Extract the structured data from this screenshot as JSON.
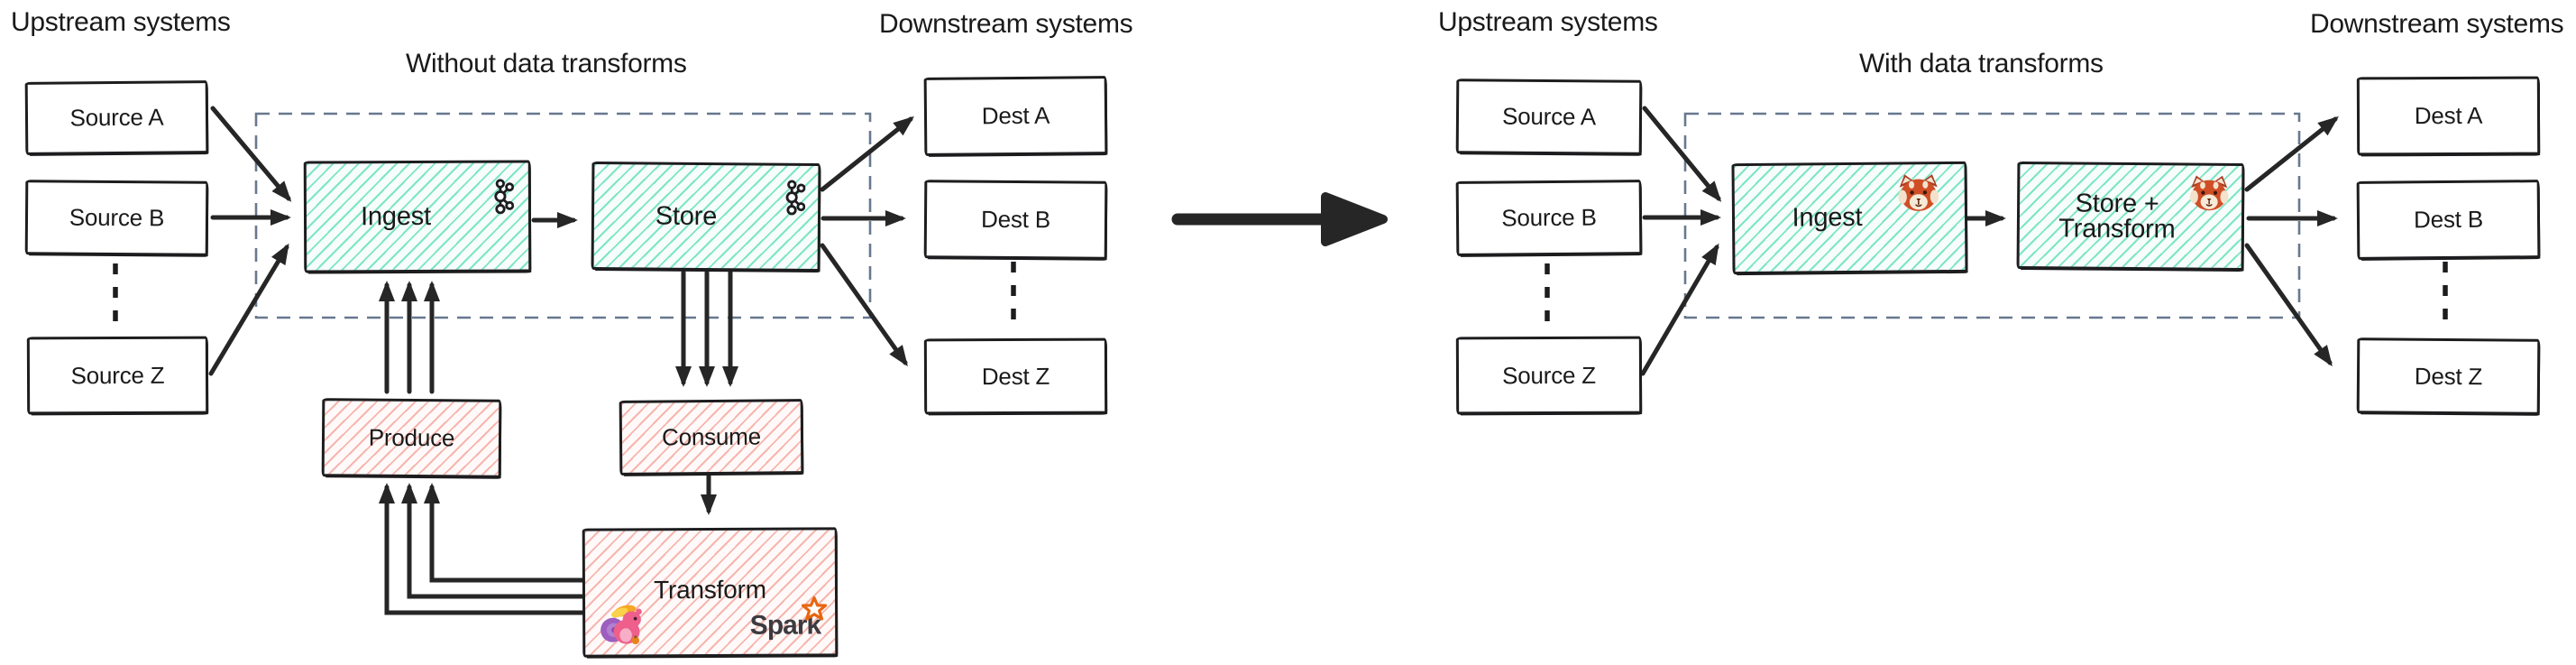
{
  "colors": {
    "ink": "#1d1d1f",
    "arrow": "#262626",
    "text": "#1a1a1a",
    "teal_hatch": "#7ee5c6",
    "teal_bg": "#f6fdfa",
    "pink_hatch": "#f6b6af",
    "pink_bg": "#fffaf9",
    "dashed_box": "#68788f",
    "spark_orange": "#e8650f",
    "spark_gray": "#3d3b40"
  },
  "left": {
    "upstream_label": "Upstream systems",
    "title": "Without data transforms",
    "downstream_label": "Downstream systems",
    "sources": [
      "Source A",
      "Source B",
      "Source Z"
    ],
    "dests": [
      "Dest A",
      "Dest B",
      "Dest Z"
    ],
    "nodes": {
      "ingest": "Ingest",
      "store": "Store",
      "produce": "Produce",
      "consume": "Consume",
      "transform": "Transform"
    },
    "icons": {
      "ingest": "kafka-icon",
      "store": "kafka-icon",
      "transform": [
        "flink-squirrel-icon",
        "spark-logo"
      ]
    },
    "spark_wordmark": "Spark"
  },
  "right": {
    "upstream_label": "Upstream systems",
    "title": "With data transforms",
    "downstream_label": "Downstream systems",
    "sources": [
      "Source A",
      "Source B",
      "Source Z"
    ],
    "dests": [
      "Dest A",
      "Dest B",
      "Dest Z"
    ],
    "nodes": {
      "ingest": "Ingest",
      "store_transform_line1": "Store +",
      "store_transform_line2": "Transform"
    },
    "icons": {
      "ingest": "redpanda-icon",
      "store_transform": "redpanda-icon"
    }
  }
}
